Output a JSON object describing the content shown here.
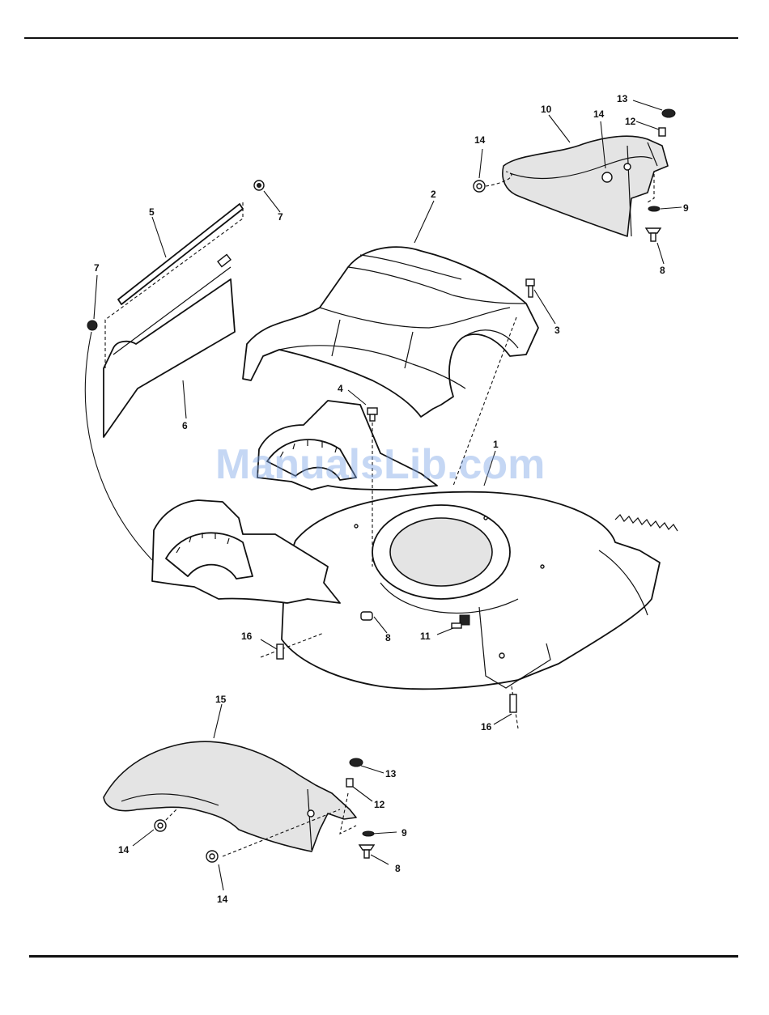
{
  "watermark": "ManualsLib.com",
  "callouts": {
    "c1": "1",
    "c2": "2",
    "c3": "3",
    "c4": "4",
    "c5": "5",
    "c6": "6",
    "c7a": "7",
    "c7b": "7",
    "c8a": "8",
    "c8b": "8",
    "c8c": "8",
    "c9a": "9",
    "c9b": "9",
    "c10": "10",
    "c11": "11",
    "c12a": "12",
    "c12b": "12",
    "c13a": "13",
    "c13b": "13",
    "c14a": "14",
    "c14b": "14",
    "c14c": "14",
    "c14d": "14",
    "c15": "15",
    "c16a": "16",
    "c16b": "16"
  },
  "colors": {
    "line": "#111111",
    "watermark": "#7fa6e6",
    "fill": "#ffffff",
    "shade": "#e4e4e4"
  }
}
